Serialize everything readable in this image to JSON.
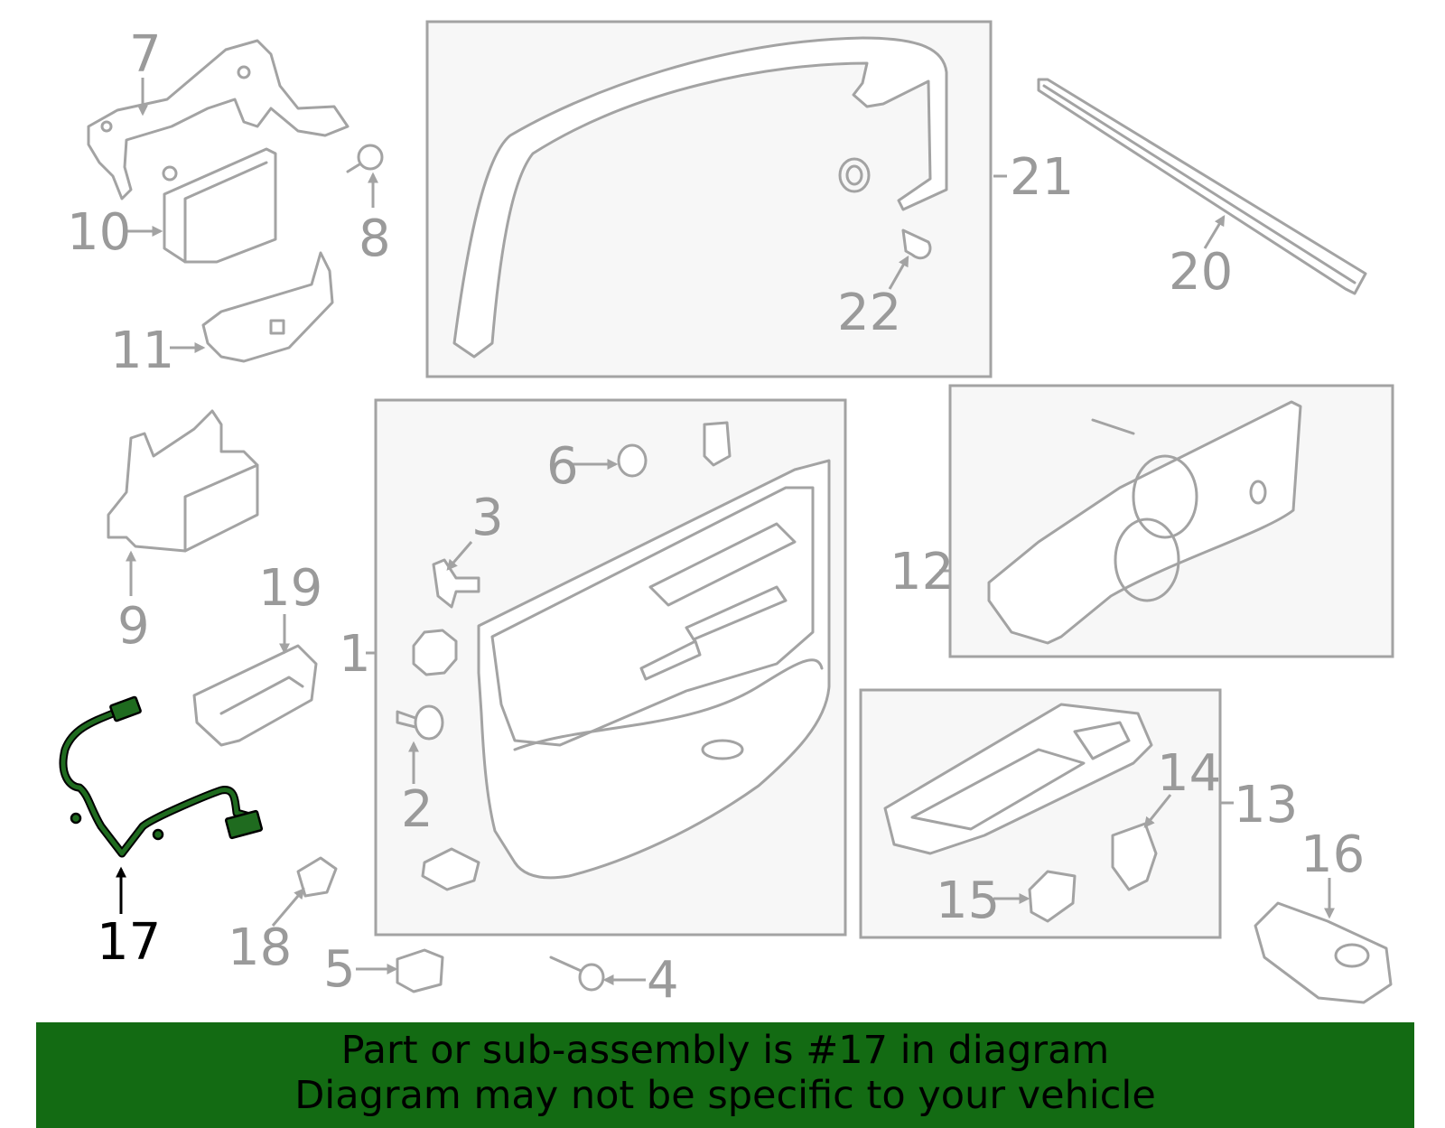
{
  "callouts": {
    "c1": "1",
    "c2": "2",
    "c3": "3",
    "c4": "4",
    "c5": "5",
    "c6": "6",
    "c7": "7",
    "c8": "8",
    "c9": "9",
    "c10": "10",
    "c11": "11",
    "c12": "12",
    "c13": "13",
    "c14": "14",
    "c15": "15",
    "c16": "16",
    "c17": "17",
    "c18": "18",
    "c19": "19",
    "c20": "20",
    "c21": "21",
    "c22": "22"
  },
  "highlight": {
    "callout": "17",
    "color": "#1f6b1f"
  },
  "banner": {
    "line1": "Part or sub-assembly is #17 in diagram",
    "line2": "Diagram may not be specific to your vehicle",
    "background": "#136b13"
  },
  "colors": {
    "outline": "#a3a3a3",
    "label": "#9a9a9a",
    "box_fill": "#f7f7f7"
  }
}
